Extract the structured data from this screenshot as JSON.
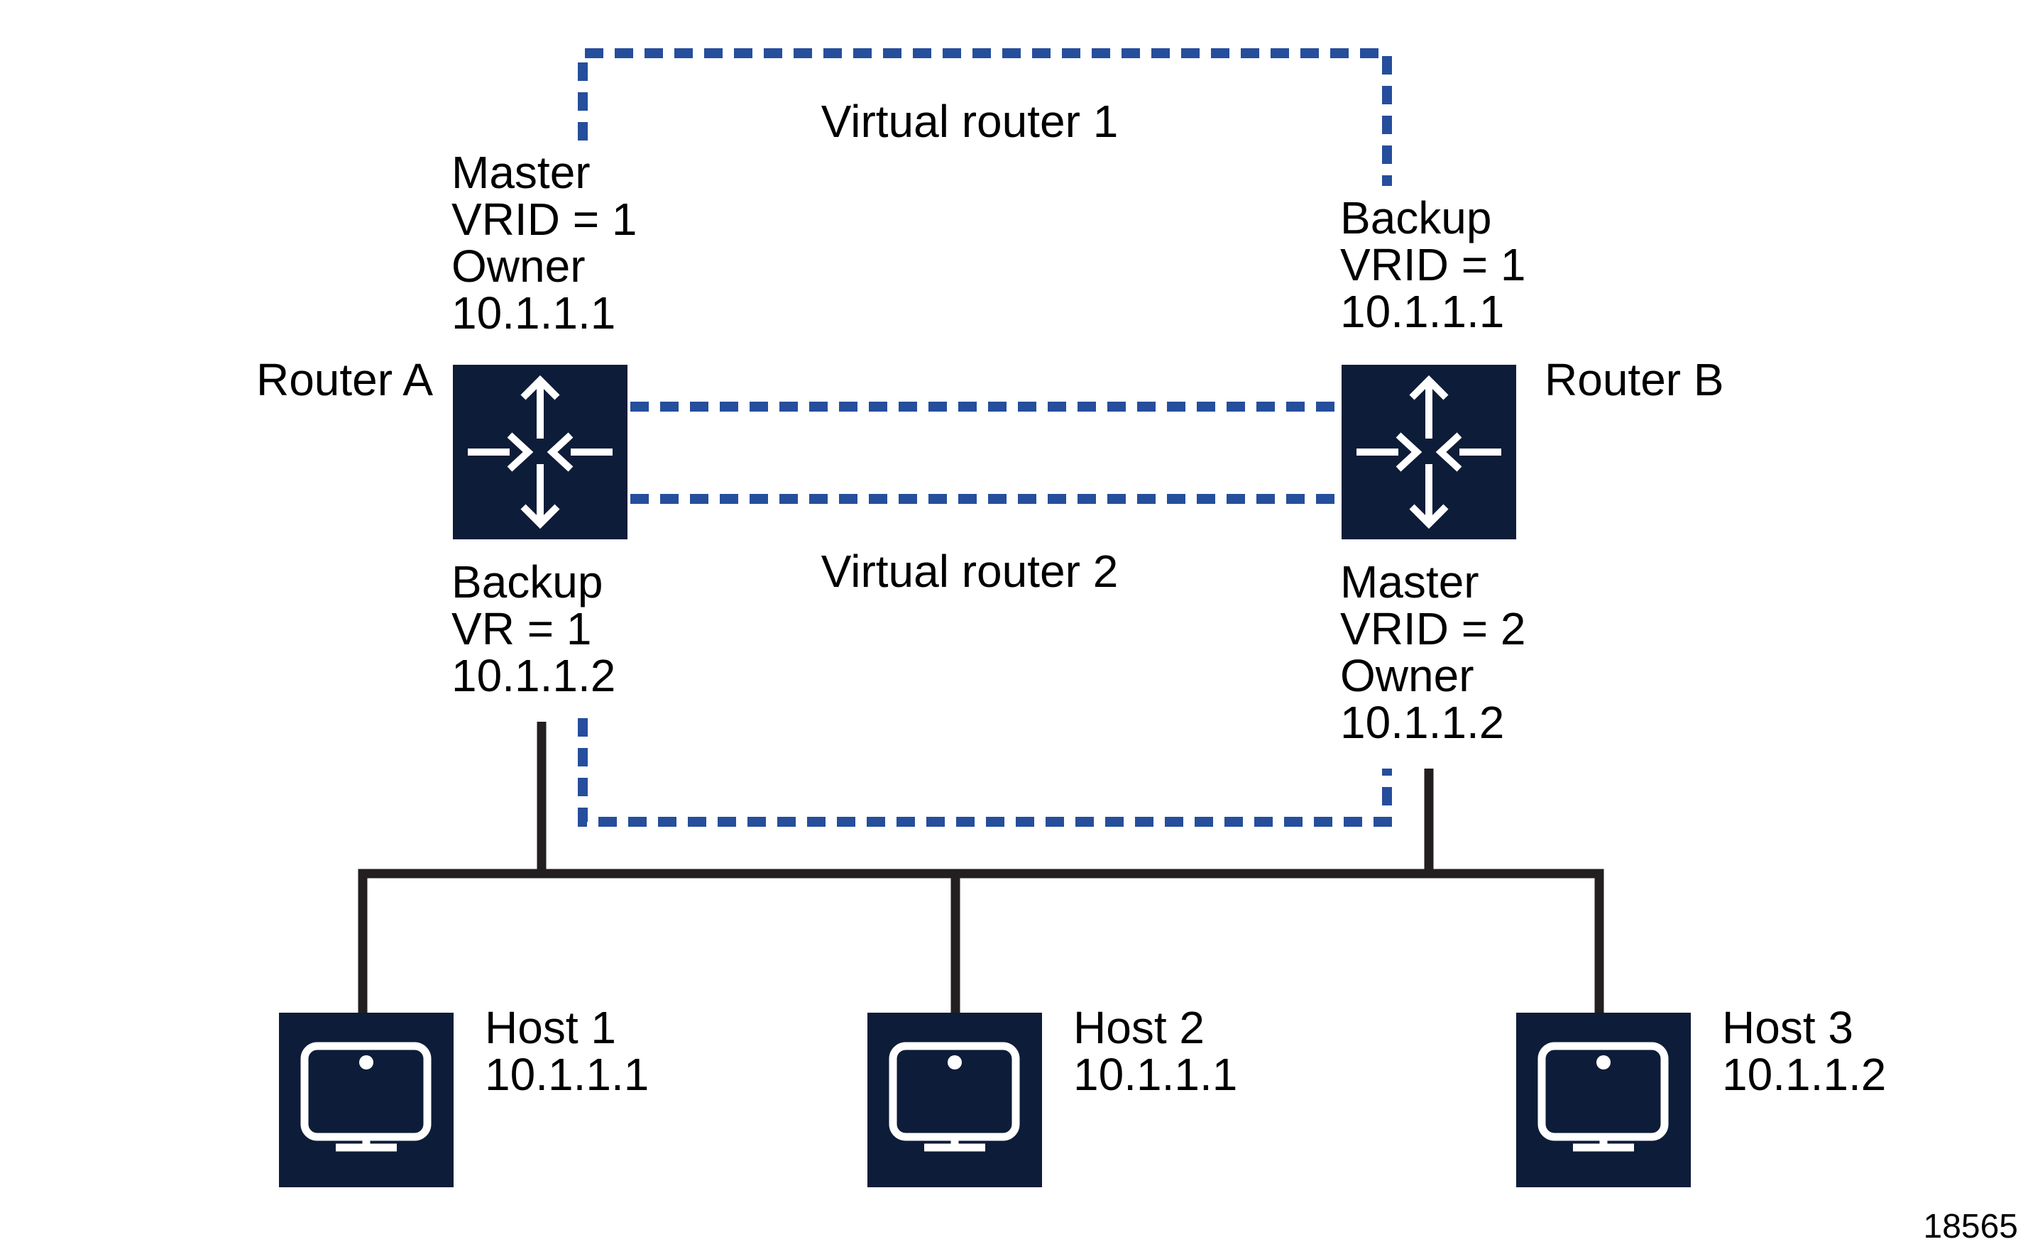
{
  "colors": {
    "bg": "#ffffff",
    "ink": "#000000",
    "line": "#231f20",
    "blue": "#254e9c",
    "navy": "#0d1c38",
    "icon": "#ffffff"
  },
  "labels": {
    "virtual_router_1": "Virtual router 1",
    "virtual_router_2": "Virtual router 2",
    "figure_number": "18565"
  },
  "routers": [
    {
      "name": "Router A",
      "icon": "router-crossroads-icon",
      "above_lines": [
        "Master",
        "VRID = 1",
        "Owner",
        "10.1.1.1"
      ],
      "below_lines": [
        "Backup",
        "VR = 1",
        "10.1.1.2"
      ]
    },
    {
      "name": "Router B",
      "icon": "router-crossroads-icon",
      "above_lines": [
        "Backup",
        "VRID = 1",
        "10.1.1.1"
      ],
      "below_lines": [
        "Master",
        "VRID = 2",
        "Owner",
        "10.1.1.2"
      ]
    }
  ],
  "hosts": [
    {
      "name": "Host 1",
      "ip": "10.1.1.1",
      "icon": "host-monitor-icon"
    },
    {
      "name": "Host 2",
      "ip": "10.1.1.1",
      "icon": "host-monitor-icon"
    },
    {
      "name": "Host 3",
      "ip": "10.1.1.2",
      "icon": "host-monitor-icon"
    }
  ]
}
